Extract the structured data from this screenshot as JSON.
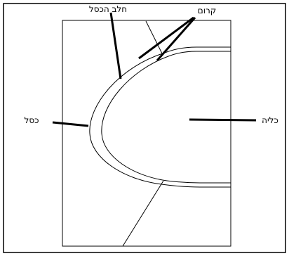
{
  "labels": {
    "cortex": "קרום",
    "medulla": "חלב הכסל",
    "ilium": "כסל",
    "kidney": "כליה"
  },
  "colors": {
    "background": "#ffffff",
    "stroke": "#000000"
  }
}
